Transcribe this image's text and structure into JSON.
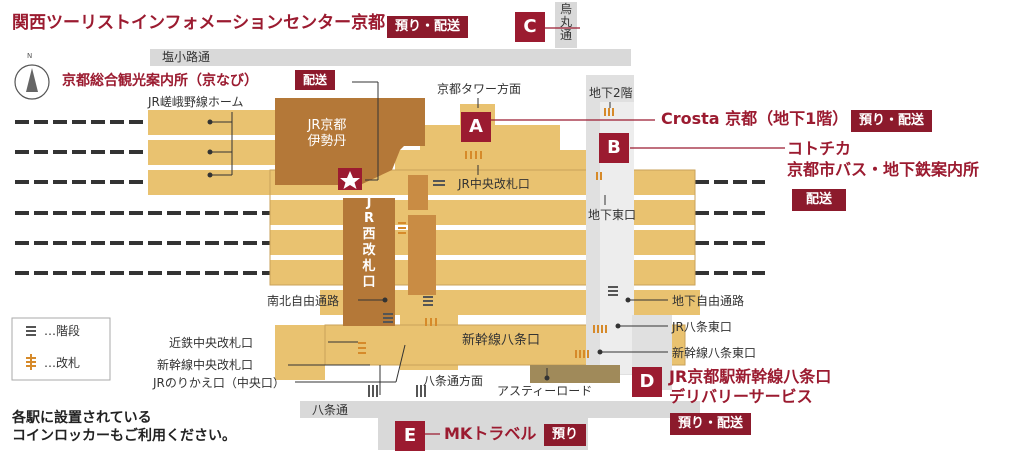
{
  "header": {
    "title_left": "関西ツーリストインフォメーションセンター京都",
    "badge_c": "預り・配送",
    "letter_c": "C"
  },
  "streets": {
    "shiokoji": "塩小路通",
    "hachijo": "八条通",
    "karasuma": [
      "烏",
      "丸",
      "通"
    ]
  },
  "compass_n": "N",
  "kyonavi": {
    "title": "京都総合観光案内所（京なび）",
    "badge": "配送"
  },
  "labels": {
    "sagano_platform": "JR嵯峨野線ホーム",
    "isetan": [
      "JR京都",
      "伊勢丹"
    ],
    "kyoto_tower": "京都タワー方面",
    "jr_central_gate": "JR中央改札口",
    "b2f": "地下2階",
    "subway_east": "地下東口",
    "subway_free_passage": "地下自由通路",
    "jr_hachijo_east": "JR八条東口",
    "shinkansen_hachijo_east": "新幹線八条東口",
    "shinkansen_hachijo": "新幹線八条口",
    "nanboku_passage": "南北自由通路",
    "kintetsu_central_gate": "近鉄中央改札口",
    "shinkansen_central_gate": "新幹線中央改札口",
    "jr_transfer_gate": "JRのりかえ口（中央口）",
    "hachijo_dori_dir": "八条通方面",
    "asty_road": "アスティーロード",
    "jr_west_gate": [
      "J",
      "R",
      "西",
      "改",
      "札",
      "口"
    ]
  },
  "a": {
    "letter": "A",
    "title": "Crosta 京都（地下1階）",
    "badge": "預り・配送"
  },
  "b": {
    "letter": "B",
    "title1": "コトチカ",
    "title2": "京都市バス・地下鉄案内所",
    "badge": "配送"
  },
  "d": {
    "letter": "D",
    "title1": "JR京都駅新幹線八条口",
    "title2": "デリバリーサービス",
    "badge": "預り・配送"
  },
  "e": {
    "letter": "E",
    "title": "MKトラベル",
    "badge": "預り"
  },
  "legend": {
    "stairs": "…階段",
    "gate": "…改札"
  },
  "footnote": [
    "各駅に設置されている",
    "コインロッカーもご利用ください。"
  ],
  "colors": {
    "accent": "#9b1b30",
    "badge": "#8c1a2c",
    "concourse": "#e9c270",
    "building": "#b47838",
    "street": "#d9d9d9"
  }
}
